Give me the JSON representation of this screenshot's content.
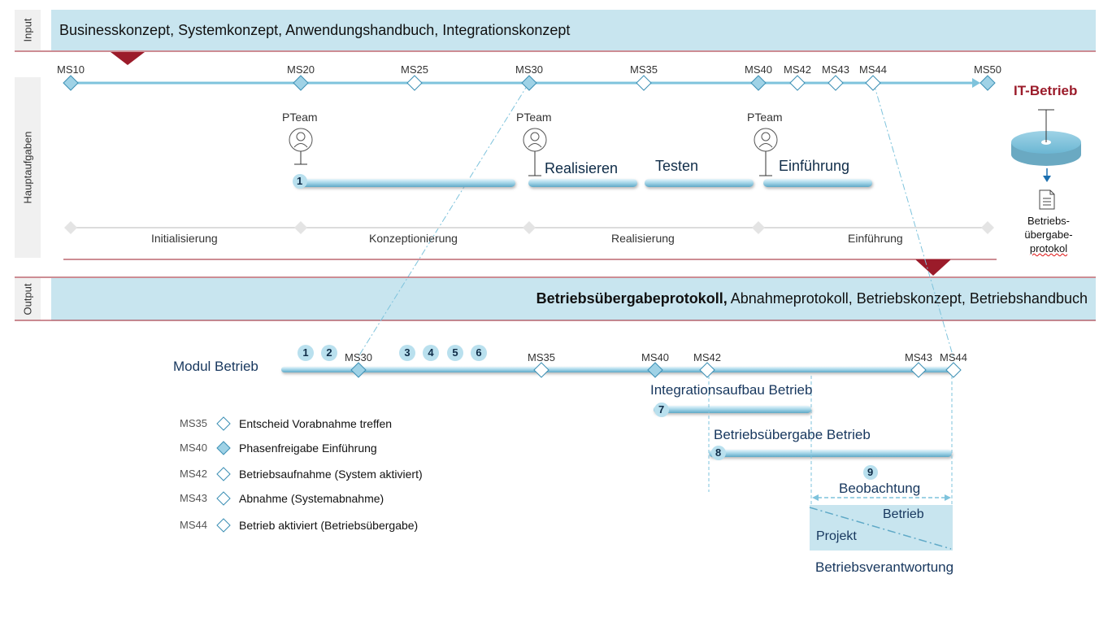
{
  "sections": {
    "input": "Input",
    "main": "Hauptaufgaben",
    "output": "Output"
  },
  "input_band": {
    "text": "Businesskonzept, Systemkonzept, Anwendungshandbuch, Integrationskonzept"
  },
  "output_band": {
    "bold": "Betriebsübergabeprotokoll,",
    "rest": " Abnahmeprotokoll, Betriebskonzept, Betriebshandbuch"
  },
  "timeline": {
    "milestones": [
      "MS10",
      "MS20",
      "MS25",
      "MS30",
      "MS35",
      "MS40",
      "MS42",
      "MS43",
      "MS44",
      "MS50"
    ],
    "filled": [
      "MS10",
      "MS20",
      "MS30",
      "MS40",
      "MS50"
    ]
  },
  "pteam": {
    "label": "PTeam"
  },
  "tasks": {
    "num1": "1",
    "realisieren": "Realisieren",
    "testen": "Testen",
    "einfuehrung": "Einführung"
  },
  "phases": [
    "Initialisierung",
    "Konzeptionierung",
    "Realisierung",
    "Einführung"
  ],
  "it_betrieb": {
    "title": "IT-Betrieb",
    "doc_line1": "Betriebs-",
    "doc_line2": "übergabe-",
    "doc_line3": "protokol"
  },
  "modul": {
    "label": "Modul Betrieb",
    "numbers": [
      "1",
      "2",
      "3",
      "4",
      "5",
      "6"
    ],
    "milestones": [
      "MS30",
      "MS35",
      "MS40",
      "MS42",
      "MS43",
      "MS44"
    ],
    "filled": [
      "MS30",
      "MS40"
    ]
  },
  "sub_tasks": {
    "integration": {
      "num": "7",
      "label": "Integrationsaufbau Betrieb"
    },
    "uebergabe": {
      "num": "8",
      "label": "Betriebsübergabe Betrieb"
    },
    "beobachtung": {
      "num": "9",
      "label": "Beobachtung"
    }
  },
  "responsibility": {
    "betrieb": "Betrieb",
    "projekt": "Projekt",
    "caption": "Betriebsverantwortung"
  },
  "legend": [
    {
      "code": "MS35",
      "filled": false,
      "desc": "Entscheid Vorabnahme treffen"
    },
    {
      "code": "MS40",
      "filled": true,
      "desc": "Phasenfreigabe Einführung"
    },
    {
      "code": "MS42",
      "filled": false,
      "desc": "Betriebsaufnahme (System aktiviert)"
    },
    {
      "code": "MS43",
      "filled": false,
      "desc": "Abnahme (Systemabnahme)"
    },
    {
      "code": "MS44",
      "filled": false,
      "desc": "Betrieb aktiviert (Betriebsübergabe)"
    }
  ],
  "colors": {
    "band": "#c8e5ef",
    "timeline": "#7ec3dc",
    "diamond_fill": "#9fd2e6",
    "accent_red": "#9b1b2a",
    "text_dark": "#17375e"
  }
}
